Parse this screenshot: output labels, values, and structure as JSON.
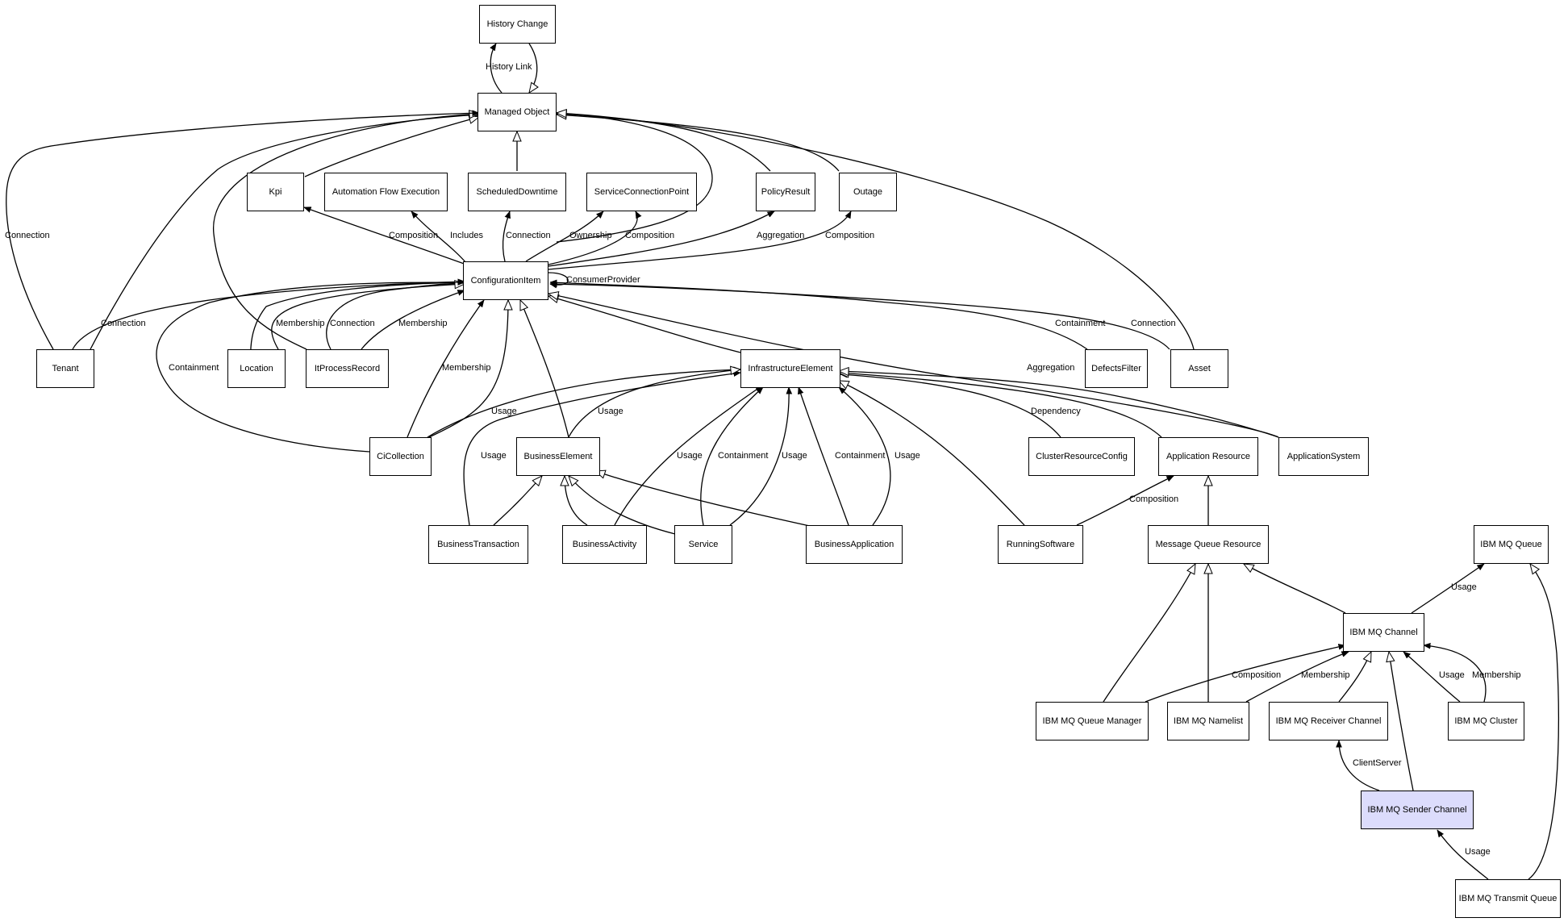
{
  "nodes": {
    "history_change": "History Change",
    "managed_object": "Managed Object",
    "kpi": "Kpi",
    "automation_flow_execution": "Automation Flow Execution",
    "scheduled_downtime": "ScheduledDowntime",
    "service_connection_point": "ServiceConnectionPoint",
    "policy_result": "PolicyResult",
    "outage": "Outage",
    "configuration_item": "ConfigurationItem",
    "tenant": "Tenant",
    "location": "Location",
    "it_process_record": "ItProcessRecord",
    "infrastructure_element": "InfrastructureElement",
    "defects_filter": "DefectsFilter",
    "asset": "Asset",
    "ci_collection": "CiCollection",
    "business_element": "BusinessElement",
    "cluster_resource_config": "ClusterResourceConfig",
    "application_resource": "Application Resource",
    "application_system": "ApplicationSystem",
    "business_transaction": "BusinessTransaction",
    "business_activity": "BusinessActivity",
    "service": "Service",
    "business_application": "BusinessApplication",
    "running_software": "RunningSoftware",
    "message_queue_resource": "Message Queue Resource",
    "ibm_mq_queue": "IBM MQ Queue",
    "ibm_mq_channel": "IBM MQ Channel",
    "ibm_mq_queue_manager": "IBM MQ Queue Manager",
    "ibm_mq_namelist": "IBM MQ Namelist",
    "ibm_mq_receiver_channel": "IBM MQ Receiver Channel",
    "ibm_mq_cluster": "IBM MQ Cluster",
    "ibm_mq_sender_channel": "IBM MQ Sender Channel",
    "ibm_mq_transmit_queue": "IBM MQ Transmit Queue"
  },
  "edge_labels": {
    "history_link": "History Link",
    "tenant_mo_connection": "Connection",
    "kpi_composition": "Composition",
    "afe_includes": "Includes",
    "sd_connection": "Connection",
    "scp_ownership": "Ownership",
    "scp_composition": "Composition",
    "policy_aggregation": "Aggregation",
    "outage_composition": "Composition",
    "consumer_provider": "ConsumerProvider",
    "tenant_ci_connection": "Connection",
    "location_membership": "Membership",
    "itpr_connection": "Connection",
    "itpr_membership": "Membership",
    "defects_containment": "Containment",
    "asset_connection": "Connection",
    "appsys_aggregation": "Aggregation",
    "cicol_containment": "Containment",
    "cicol_membership": "Membership",
    "cicol_usage": "Usage",
    "be_usage": "Usage",
    "bt_usage": "Usage",
    "ba_usage": "Usage",
    "service_containment": "Containment",
    "service_usage": "Usage",
    "bapp_containment": "Containment",
    "bapp_usage": "Usage",
    "crc_dependency": "Dependency",
    "rs_composition": "Composition",
    "channel_queue_usage": "Usage",
    "qm_composition": "Composition",
    "namelist_membership": "Membership",
    "cluster_usage": "Usage",
    "cluster_membership": "Membership",
    "client_server": "ClientServer",
    "transmit_usage": "Usage"
  },
  "colors": {
    "highlight_fill": "#dcdcfc",
    "line": "#000000",
    "background": "#ffffff"
  }
}
